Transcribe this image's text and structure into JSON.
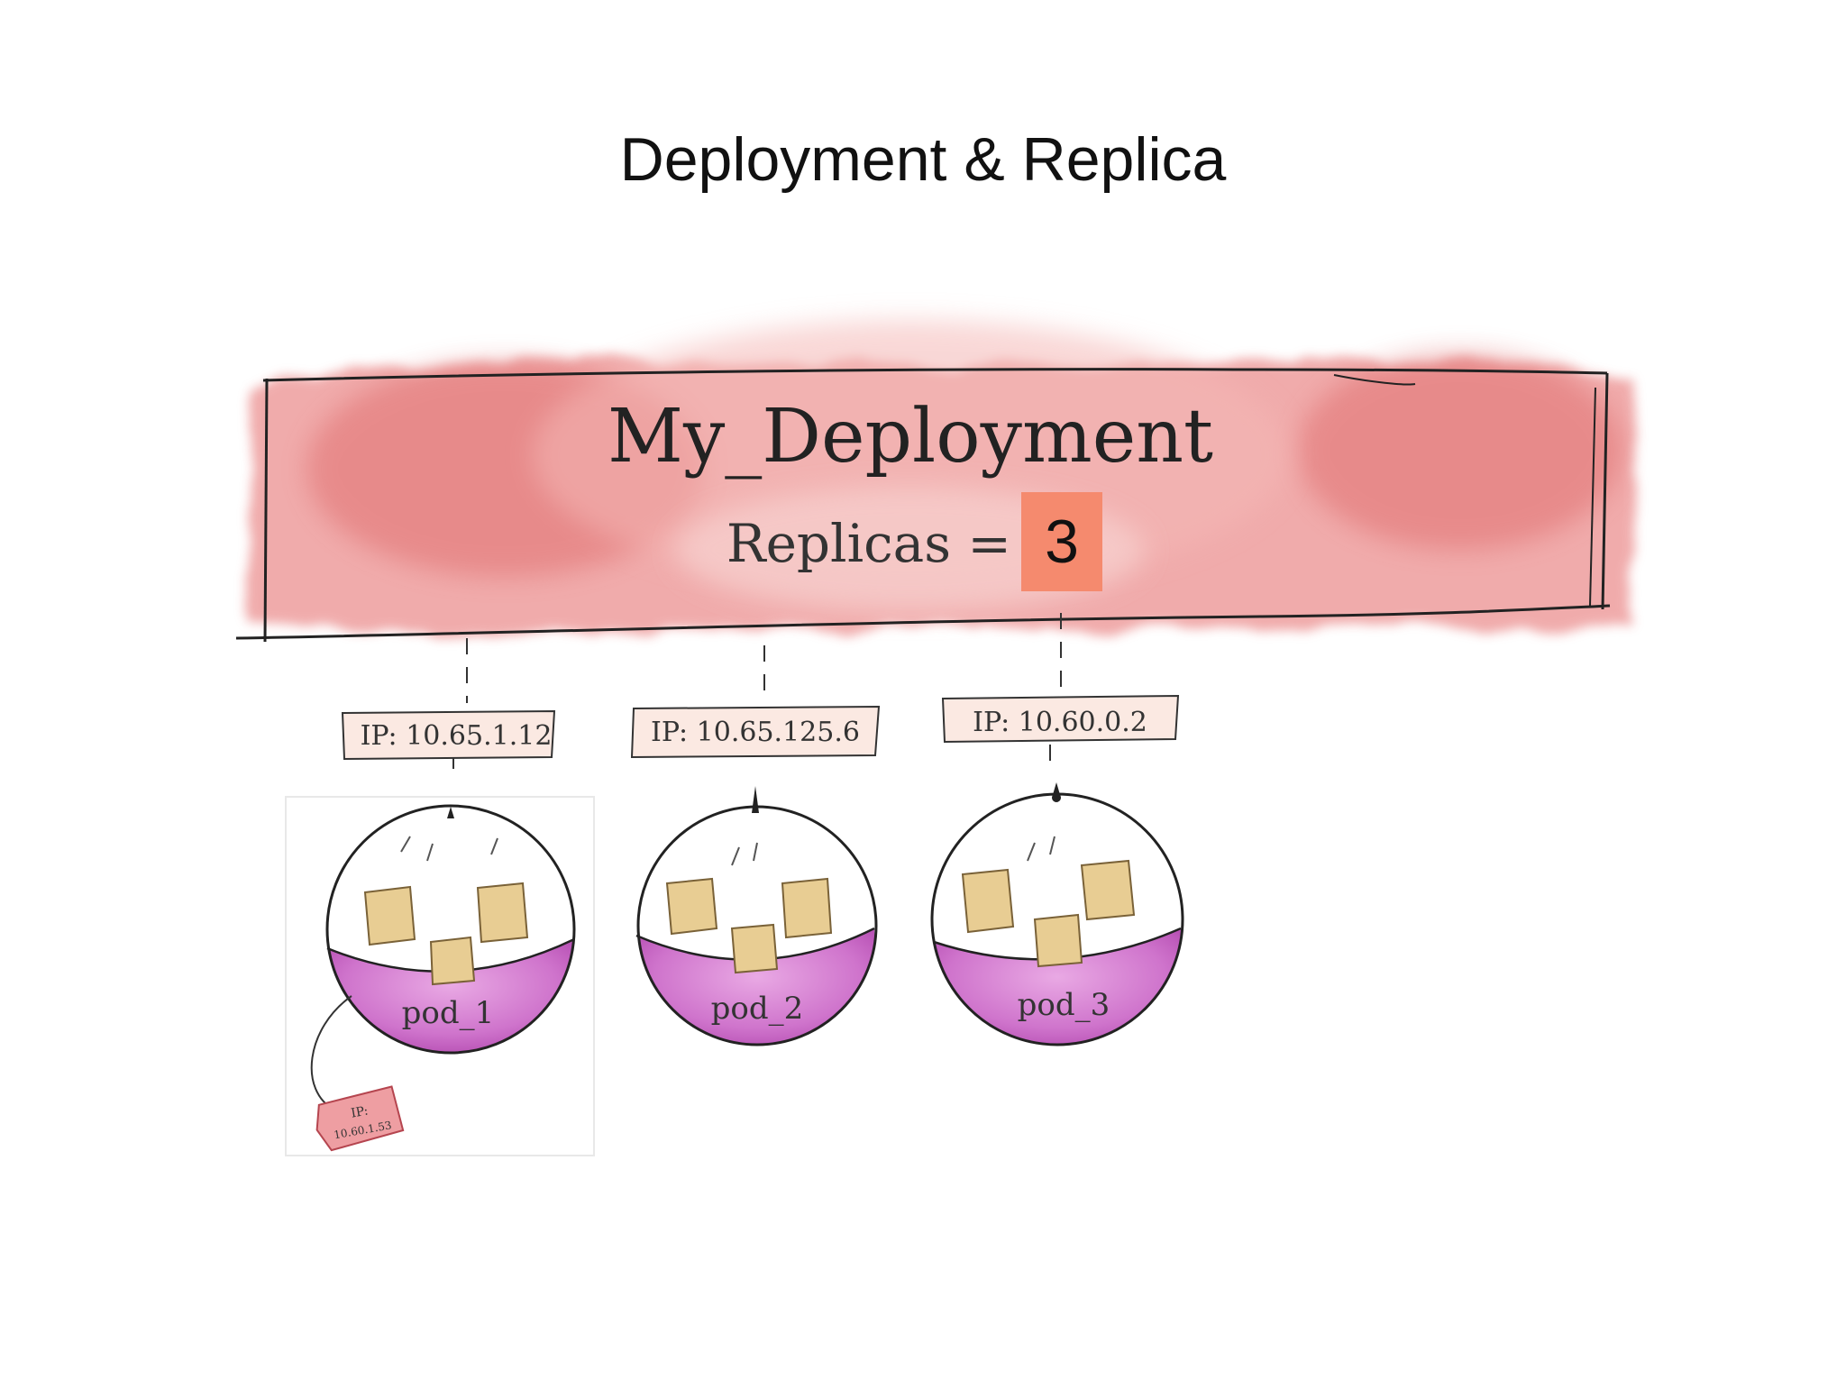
{
  "slide": {
    "title": "Deployment & Replica"
  },
  "deployment": {
    "name": "My_Deployment",
    "replicas_label": "Replicas =",
    "replicas_value": "3"
  },
  "pods": [
    {
      "ip_label": "IP: 10.65.1.12",
      "name": "pod_1"
    },
    {
      "ip_label": "IP: 10.65.125.6",
      "name": "pod_2"
    },
    {
      "ip_label": "IP: 10.60.0.2",
      "name": "pod_3"
    }
  ],
  "pod_tag": {
    "line1": "IP:",
    "line2": "10.60.1.53"
  },
  "colors": {
    "banner_wash": "#e36a6a",
    "replica_box": "#f58a6e",
    "pod_liquid": "#cc6fc9",
    "container": "#e8cd93",
    "ip_label_bg": "#fbe9e2"
  },
  "icons": [
    "pod-sphere-icon",
    "container-box-icon",
    "ip-tag-icon"
  ]
}
